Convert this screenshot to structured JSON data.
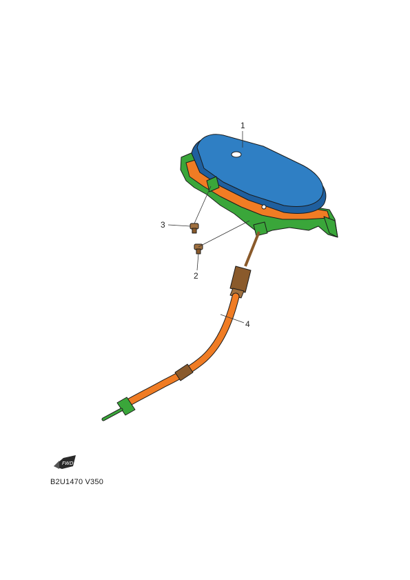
{
  "diagram": {
    "code": "B2U1470 V350",
    "callouts": [
      {
        "id": "1",
        "label": "1"
      },
      {
        "id": "2",
        "label": "2"
      },
      {
        "id": "3",
        "label": "3"
      },
      {
        "id": "4",
        "label": "4"
      }
    ],
    "colors": {
      "cover": "#2f7fc4",
      "cover_dark": "#1f5f9e",
      "housing": "#3aa63a",
      "gasket": "#f07c24",
      "cable": "#f07c24",
      "fitting": "#8a5a2b",
      "screw": "#a0703f"
    }
  }
}
